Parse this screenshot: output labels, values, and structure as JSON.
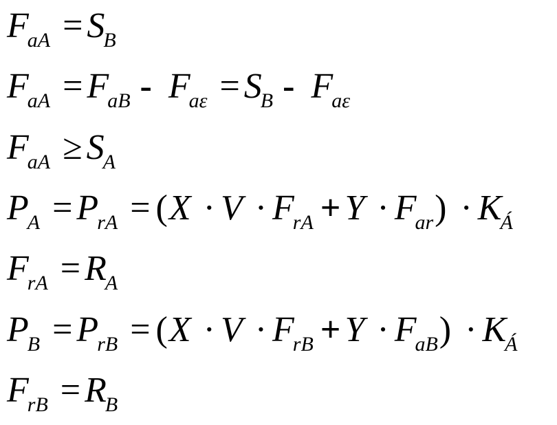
{
  "equations": [
    {
      "id": "eq1",
      "tokens": [
        {
          "t": "v",
          "base": "F",
          "sub": "aA"
        },
        {
          "t": "op",
          "kind": "eqs",
          "val": "="
        },
        {
          "t": "v",
          "base": "S",
          "sub": "B"
        }
      ]
    },
    {
      "id": "eq2",
      "tokens": [
        {
          "t": "v",
          "base": "F",
          "sub": "aA"
        },
        {
          "t": "op",
          "kind": "eqs",
          "val": "="
        },
        {
          "t": "v",
          "base": "F",
          "sub": "aB"
        },
        {
          "t": "op",
          "kind": "minus",
          "val": "-"
        },
        {
          "t": "v",
          "base": "F",
          "sub": "aε"
        },
        {
          "t": "op",
          "kind": "eqs",
          "val": "="
        },
        {
          "t": "v",
          "base": "S",
          "sub": "B"
        },
        {
          "t": "op",
          "kind": "minus",
          "val": "-"
        },
        {
          "t": "v",
          "base": "F",
          "sub": "aε"
        }
      ]
    },
    {
      "id": "eq3",
      "tokens": [
        {
          "t": "v",
          "base": "F",
          "sub": "aA"
        },
        {
          "t": "op",
          "kind": "eqs",
          "val": "≥"
        },
        {
          "t": "v",
          "base": "S",
          "sub": "A"
        }
      ]
    },
    {
      "id": "eq4",
      "tokens": [
        {
          "t": "v",
          "base": "P",
          "sub": "A"
        },
        {
          "t": "op",
          "kind": "eqs",
          "val": "="
        },
        {
          "t": "v",
          "base": "P",
          "sub": "rA"
        },
        {
          "t": "op",
          "kind": "eqs",
          "val": "="
        },
        {
          "t": "paren",
          "val": "("
        },
        {
          "t": "v",
          "base": "X",
          "sub": ""
        },
        {
          "t": "op",
          "kind": "dot",
          "val": "·"
        },
        {
          "t": "v",
          "base": "V",
          "sub": ""
        },
        {
          "t": "op",
          "kind": "dot",
          "val": "·"
        },
        {
          "t": "v",
          "base": "F",
          "sub": "rA"
        },
        {
          "t": "op",
          "kind": "plus",
          "val": "+"
        },
        {
          "t": "v",
          "base": "Y",
          "sub": ""
        },
        {
          "t": "op",
          "kind": "dot",
          "val": "·"
        },
        {
          "t": "v",
          "base": "F",
          "sub": "ar"
        },
        {
          "t": "paren",
          "val": ")"
        },
        {
          "t": "op",
          "kind": "dot",
          "val": "·"
        },
        {
          "t": "v",
          "base": "K",
          "sub": "Á"
        }
      ]
    },
    {
      "id": "eq5",
      "tokens": [
        {
          "t": "v",
          "base": "F",
          "sub": "rA"
        },
        {
          "t": "op",
          "kind": "eqs",
          "val": "="
        },
        {
          "t": "v",
          "base": "R",
          "sub": "A"
        }
      ]
    },
    {
      "id": "eq6",
      "tokens": [
        {
          "t": "v",
          "base": "P",
          "sub": "B"
        },
        {
          "t": "op",
          "kind": "eqs",
          "val": "="
        },
        {
          "t": "v",
          "base": "P",
          "sub": "rB"
        },
        {
          "t": "op",
          "kind": "eqs",
          "val": "="
        },
        {
          "t": "paren",
          "val": "("
        },
        {
          "t": "v",
          "base": "X",
          "sub": ""
        },
        {
          "t": "op",
          "kind": "dot",
          "val": "·"
        },
        {
          "t": "v",
          "base": "V",
          "sub": ""
        },
        {
          "t": "op",
          "kind": "dot",
          "val": "·"
        },
        {
          "t": "v",
          "base": "F",
          "sub": "rB"
        },
        {
          "t": "op",
          "kind": "plus",
          "val": "+"
        },
        {
          "t": "v",
          "base": "Y",
          "sub": ""
        },
        {
          "t": "op",
          "kind": "dot",
          "val": "·"
        },
        {
          "t": "v",
          "base": "F",
          "sub": "aB"
        },
        {
          "t": "paren",
          "val": ")"
        },
        {
          "t": "op",
          "kind": "dot",
          "val": "·"
        },
        {
          "t": "v",
          "base": "K",
          "sub": "Á"
        }
      ]
    },
    {
      "id": "eq7",
      "tokens": [
        {
          "t": "v",
          "base": "F",
          "sub": "rB"
        },
        {
          "t": "op",
          "kind": "eqs",
          "val": "="
        },
        {
          "t": "v",
          "base": "R",
          "sub": "B"
        }
      ]
    }
  ]
}
